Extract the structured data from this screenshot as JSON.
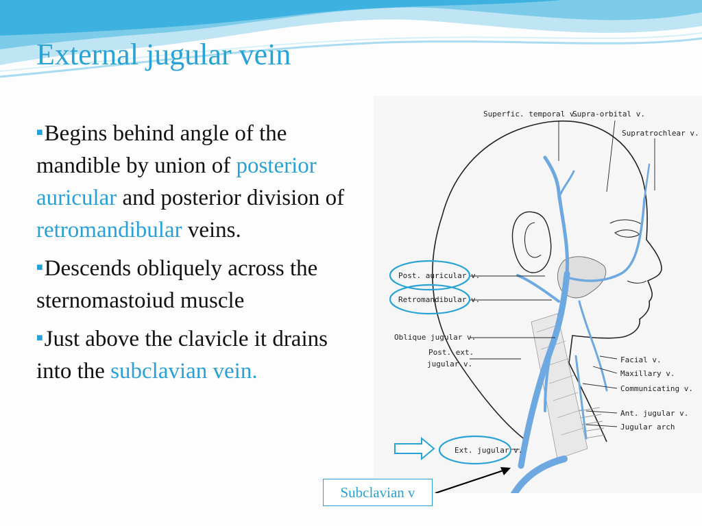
{
  "slide": {
    "title": "External jugular vein",
    "bullets": [
      {
        "parts": [
          "Begins behind angle of the mandible by union of ",
          "posterior auricular",
          " and posterior division of ",
          "retromandibular",
          " veins."
        ]
      },
      {
        "parts": [
          "Descends obliquely across the sternomastoiud muscle"
        ]
      },
      {
        "parts": [
          "Just above the clavicle it drains into the ",
          "subclavian vein."
        ]
      }
    ],
    "figure_labels": {
      "superficial_temporal": "Superfic. temporal v.",
      "supra_orbital": "Supra-orbital v.",
      "supratrochlear": "Supratrochlear v.",
      "post_auricular": "Post. auricular v.",
      "retromandibular": "Retromandibular v.",
      "oblique_jugular": "Oblique jugular v.",
      "post_ext_jugular_1": "Post. ext.",
      "post_ext_jugular_2": "jugular v.",
      "facial": "Facial v.",
      "maxillary": "Maxillary v.",
      "communicating": "Communicating v.",
      "ant_jugular": "Ant. jugular v.",
      "jugular_arch": "Jugular arch",
      "ext_jugular": "Ext. jugular v."
    },
    "callout": "Subclavian v",
    "colors": {
      "accent": "#29a3d6",
      "vein": "#6ea8e0",
      "text": "#111111"
    }
  }
}
